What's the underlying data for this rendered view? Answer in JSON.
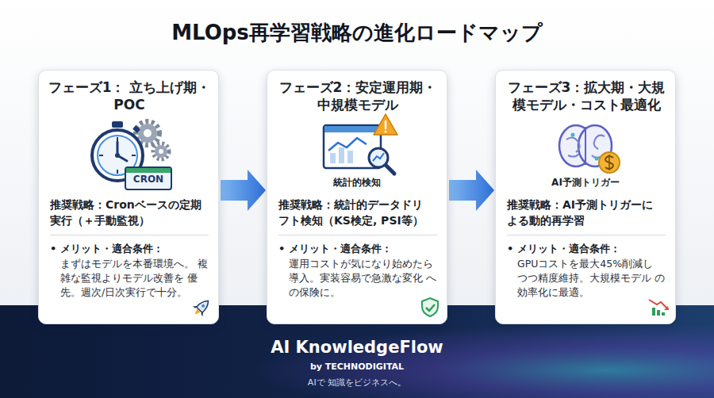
{
  "diagram": {
    "title": "MLOps再学習戦略の進化ロードマップ",
    "nodes": [
      {
        "text": [
          "フェーズ1： 立ち上げ期・POC",
          "推奨戦略：Cronベースの定期 実行（＋手動監視）",
          "• メリット・適合条件：",
          "まずはモデルを本番環境へ。 複雑な監視よりモデル改善を 優先。週次/日次実行で十分。"
        ]
      },
      {
        "text": [
          "フェーズ2：安定運用期・ 中規模モデル",
          "推奨戦略：統計的データドリ フト検知（KS検定, PSI等）",
          "• メリット・適合条件：",
          "運用コストが気になり始めたら 導入。実装容易で急激な変化 への保険に。"
        ]
      },
      {
        "text": [
          "フェーズ3：拡大期・大規 模モデル・コスト最適化",
          "推奨戦略：AI予測トリガーに よる動的再学習",
          "• メリット・適合条件：",
          "GPUコストを最大45%削減し つつ精度維持。大規模モデル の効率化に最適。"
        ]
      }
    ],
    "edges": [
      {
        "from": 0,
        "to": 1,
        "arrow": "to"
      },
      {
        "from": 1,
        "to": 2,
        "arrow": "to"
      }
    ],
    "labels": [
      "CRON",
      "統計的検知",
      "AI予測トリガー",
      "AI KnowledgeFlow",
      "by TECHNODIGITAL",
      "AIで 知識をビジネスへ。"
    ]
  }
}
